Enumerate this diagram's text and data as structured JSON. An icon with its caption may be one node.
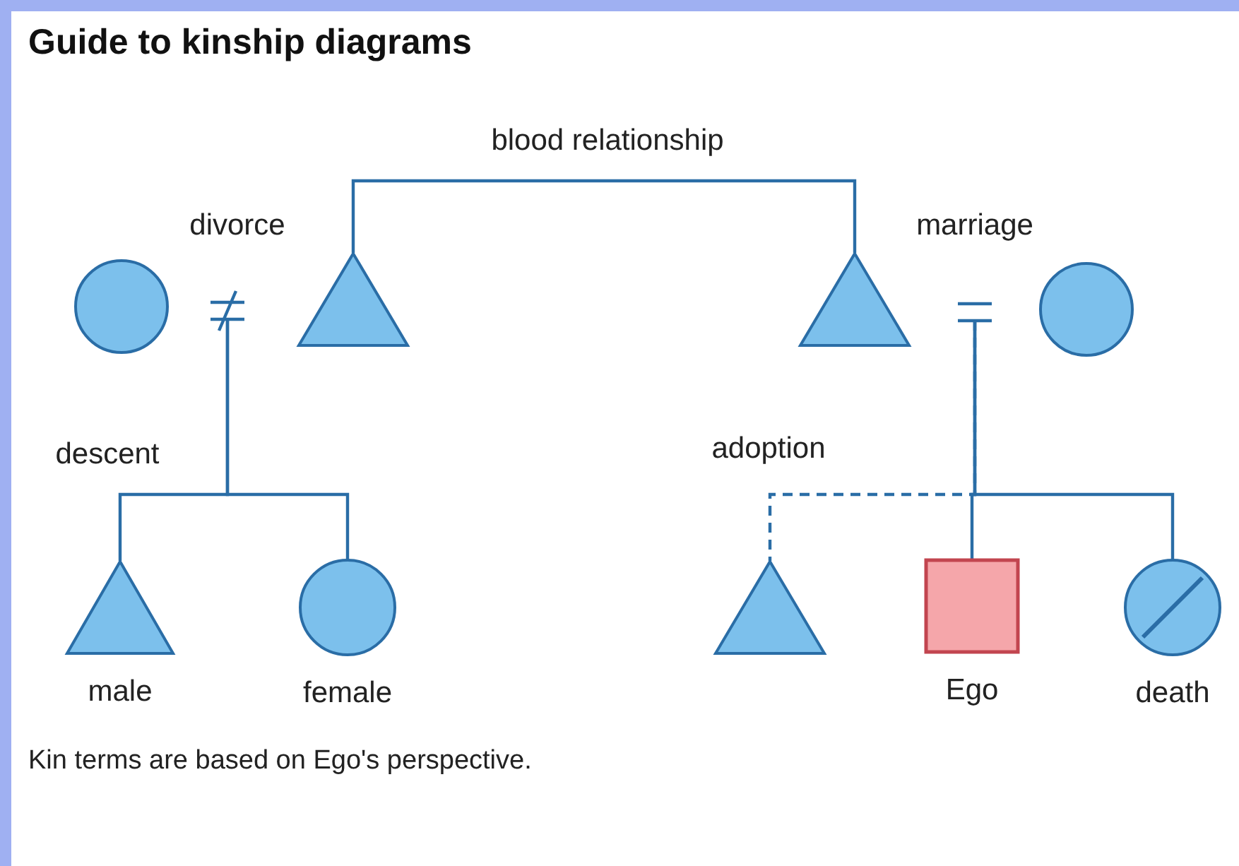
{
  "diagram": {
    "title": "Guide to kinship diagrams",
    "caption": "Kin terms are based on Ego's perspective.",
    "nodes": [
      {
        "text": [],
        "shape": "circle"
      },
      {
        "text": [],
        "shape": "unequal"
      },
      {
        "text": [],
        "shape": "triangle"
      },
      {
        "text": [],
        "shape": "triangle"
      },
      {
        "text": [],
        "shape": "equal"
      },
      {
        "text": [],
        "shape": "circle"
      },
      {
        "text": [],
        "shape": "triangle",
        "beside": [
          "male"
        ]
      },
      {
        "text": [],
        "shape": "circle",
        "beside": [
          "female"
        ]
      },
      {
        "text": [],
        "shape": "triangle"
      },
      {
        "text": [],
        "shape": "box",
        "beside": [
          "Ego"
        ]
      },
      {
        "text": [],
        "shape": "circle",
        "beside": [
          "death"
        ]
      }
    ],
    "edges": [
      {
        "from": 2,
        "to": 3,
        "arrow": "none",
        "label": "blood relationship"
      },
      {
        "from": 1,
        "to": 6,
        "arrow": "none",
        "label": "descent"
      },
      {
        "from": 1,
        "to": 7,
        "arrow": "none"
      },
      {
        "from": 4,
        "to": 8,
        "arrow": "none",
        "style": "dashed",
        "label": "adoption"
      },
      {
        "from": 4,
        "to": 9,
        "arrow": "none"
      },
      {
        "from": 4,
        "to": 10,
        "arrow": "none"
      }
    ],
    "labels": [
      "divorce",
      "marriage"
    ]
  }
}
